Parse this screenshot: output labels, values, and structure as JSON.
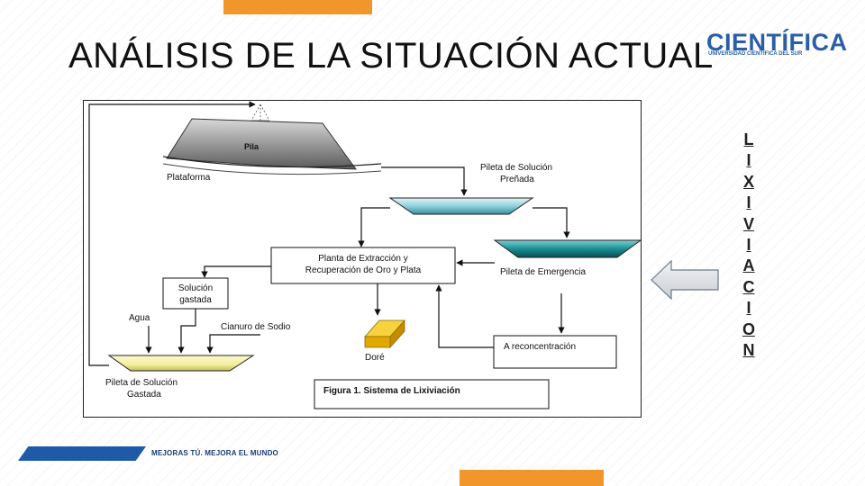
{
  "slide": {
    "title": "ANÁLISIS DE LA SITUACIÓN ACTUAL",
    "tagline": "MEJORAS TÚ. MEJORA EL MUNDO"
  },
  "logo": {
    "name": "CIENTÍFICA",
    "subtitle": "UNIVERSIDAD CIENTÍFICA DEL SUR"
  },
  "diagram": {
    "pila": "Pila",
    "plataforma": "Plataforma",
    "pileta_prenada_1": "Pileta de Solución",
    "pileta_prenada_2": "Preñada",
    "planta_1": "Planta de Extracción y",
    "planta_2": "Recuperación de Oro y Plata",
    "pileta_emergencia": "Pileta de Emergencia",
    "solucion_1": "Solución",
    "solucion_2": "gastada",
    "agua": "Agua",
    "cianuro": "Cianuro de Sodio",
    "dore": "Doré",
    "reconcentracion": "A reconcentración",
    "pileta_gastada_1": "Pileta de Solución",
    "pileta_gastada_2": "Gastada",
    "caption": "Figura 1.  Sistema de Lixiviación"
  },
  "vertical_label": [
    "L",
    "I",
    "X",
    "I",
    "V",
    "I",
    "A",
    "C",
    "I",
    "O",
    "N"
  ],
  "colors": {
    "orange": "#f0962a",
    "blue": "#1f5aa6",
    "logo_blue": "#2a5ea8",
    "pond_teal": "#0f6f72",
    "pond_cyan": "#8fd0dc",
    "pond_yellow": "#f3ef9c",
    "dore_gold": "#e2a800"
  }
}
